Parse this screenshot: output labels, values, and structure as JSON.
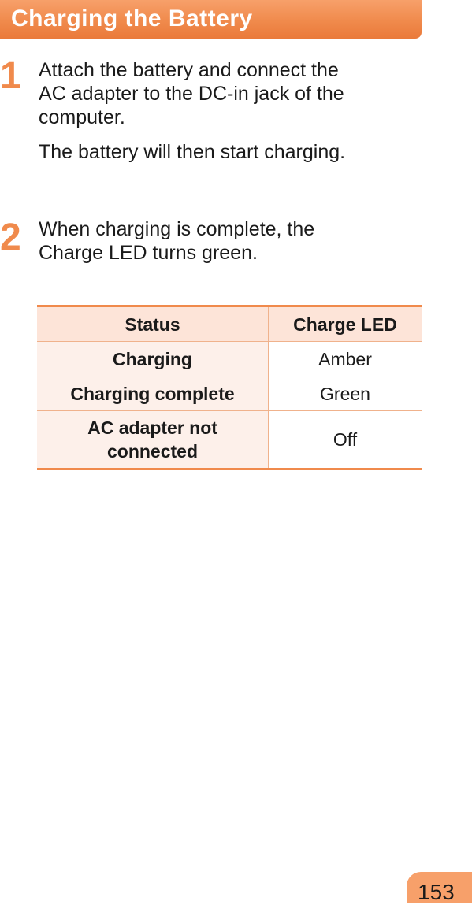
{
  "section": {
    "title": "Charging the Battery"
  },
  "steps": [
    {
      "number": "1",
      "lines": [
        "Attach the battery and connect the",
        "AC adapter to the DC-in jack of the",
        "computer."
      ],
      "note": "The battery will then start charging."
    },
    {
      "number": "2",
      "lines": [
        "When charging is complete, the",
        "Charge LED turns green."
      ]
    }
  ],
  "table": {
    "headers": [
      "Status",
      "Charge LED"
    ],
    "rows": [
      {
        "status": "Charging",
        "led": "Amber"
      },
      {
        "status": "Charging complete",
        "led": "Green"
      },
      {
        "status_lines": [
          "AC adapter not",
          "connected"
        ],
        "led": "Off"
      }
    ]
  },
  "colors": {
    "accent": "#f08a4c",
    "header_cell": "#fde4d8",
    "status_cell": "#fdf0ea"
  },
  "page": {
    "number": "153"
  }
}
